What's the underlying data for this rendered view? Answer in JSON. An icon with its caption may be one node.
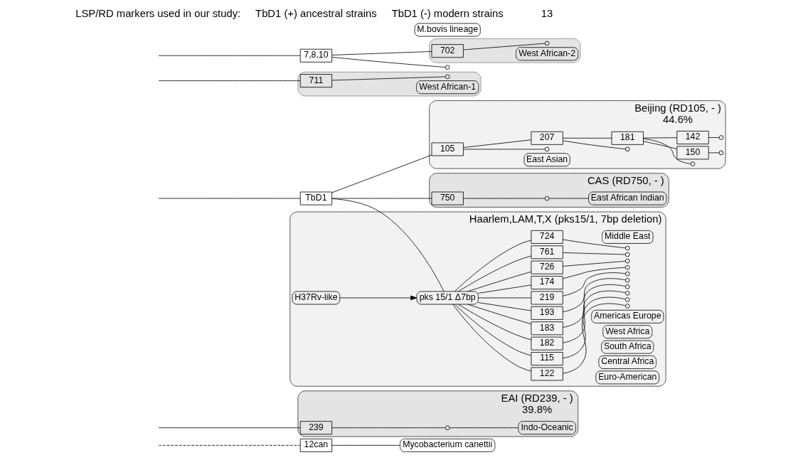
{
  "diagram": {
    "nodes": [
      {
        "text": [
          "12can"
        ]
      },
      {
        "text": [
          "Mycobacterium canettii"
        ]
      },
      {
        "text": [
          "EAI (RD239, - )"
        ],
        "beside": [
          "39.8%"
        ]
      },
      {
        "text": [
          "239"
        ],
        "in": 2
      },
      {
        "text": [],
        "shape": "circle",
        "in": 2
      },
      {
        "text": [
          "Indo-Oceanic"
        ],
        "in": 2
      },
      {
        "text": [
          "TbD1"
        ]
      },
      {
        "text": [
          "Beijing (RD105, - )"
        ],
        "beside": [
          "44.6%"
        ]
      },
      {
        "text": [
          "105"
        ],
        "in": 7
      },
      {
        "text": [],
        "shape": "circle",
        "in": 7
      },
      {
        "text": [
          "207"
        ],
        "in": 7
      },
      {
        "text": [],
        "shape": "circle",
        "in": 7
      },
      {
        "text": [
          "181"
        ],
        "in": 7
      },
      {
        "text": [],
        "shape": "circle",
        "in": 7
      },
      {
        "text": [
          "150"
        ],
        "in": 7
      },
      {
        "text": [],
        "shape": "circle",
        "in": 7
      },
      {
        "text": [
          "142"
        ],
        "in": 7
      },
      {
        "text": [],
        "shape": "circle",
        "in": 7
      },
      {
        "text": [
          "East Asian"
        ],
        "in": 7
      },
      {
        "text": [
          "CAS (RD750, - )"
        ]
      },
      {
        "text": [
          "750"
        ],
        "in": 19
      },
      {
        "text": [],
        "shape": "circle",
        "in": 19
      },
      {
        "text": [
          "East African Indian"
        ],
        "in": 19
      },
      {
        "text": [
          "Haarlem,LAM,T,X (pks15/1, 7bp deletion)"
        ]
      },
      {
        "text": [
          "122"
        ],
        "in": 23
      },
      {
        "text": [],
        "shape": "circle",
        "in": 23
      },
      {
        "text": [
          "Middle East"
        ],
        "in": 23
      },
      {
        "text": [
          "115"
        ],
        "in": 23
      },
      {
        "text": [],
        "shape": "circle",
        "in": 23
      },
      {
        "text": [
          "182"
        ],
        "in": 23
      },
      {
        "text": [],
        "shape": "circle",
        "in": 23
      },
      {
        "text": [
          "183"
        ],
        "in": 23
      },
      {
        "text": [],
        "shape": "circle",
        "in": 23
      },
      {
        "text": [
          "193"
        ],
        "in": 23
      },
      {
        "text": [],
        "shape": "circle",
        "in": 23
      },
      {
        "text": [
          "219"
        ],
        "in": 23
      },
      {
        "text": [],
        "shape": "circle",
        "in": 23
      },
      {
        "text": [
          "pks 15/1 Δ7bp"
        ],
        "in": 23
      },
      {
        "text": [
          "H37Rv-like"
        ],
        "in": 23
      },
      {
        "text": [
          "174"
        ],
        "in": 23
      },
      {
        "text": [],
        "shape": "circle",
        "in": 23
      },
      {
        "text": [
          "726"
        ],
        "in": 23
      },
      {
        "text": [],
        "shape": "circle",
        "in": 23
      },
      {
        "text": [
          "761"
        ],
        "in": 23
      },
      {
        "text": [],
        "shape": "circle",
        "in": 23
      },
      {
        "text": [
          "724"
        ],
        "in": 23
      },
      {
        "text": [],
        "shape": "circle",
        "in": 23
      },
      {
        "text": [
          "Americas Europe"
        ],
        "in": 23
      },
      {
        "text": [
          "West Africa"
        ],
        "in": 23
      },
      {
        "text": [
          "South Africa"
        ],
        "in": 23
      },
      {
        "text": [
          "Central Africa"
        ],
        "in": 23
      },
      {
        "text": [
          "Euro-American"
        ],
        "in": 23
      },
      {
        "text": [],
        "shape": "ellipse"
      },
      {
        "text": [
          "711"
        ],
        "in": 52
      },
      {
        "text": [],
        "shape": "circle",
        "in": 52
      },
      {
        "text": [
          "West African-1"
        ],
        "in": 52
      },
      {
        "text": [],
        "shape": "ellipse"
      },
      {
        "text": [
          "702"
        ],
        "in": 56
      },
      {
        "text": [],
        "shape": "circle",
        "in": 56
      },
      {
        "text": [
          "West African-2"
        ],
        "in": 56
      },
      {
        "text": [
          "7,8,10"
        ]
      },
      {
        "text": [],
        "shape": "circle"
      },
      {
        "text": [
          "M.bovis lineage"
        ]
      }
    ],
    "edges": [
      {
        "from": null,
        "to": 0,
        "arrow": "none",
        "style": "dashed"
      },
      {
        "from": 0,
        "to": 1,
        "arrow": "none"
      },
      {
        "from": null,
        "to": 3,
        "arrow": "none"
      },
      {
        "from": 3,
        "to": 4,
        "arrow": "none"
      },
      {
        "from": 4,
        "to": 5,
        "arrow": "none"
      },
      {
        "from": null,
        "to": 6,
        "arrow": "none"
      },
      {
        "from": 6,
        "to": 8,
        "arrow": "none"
      },
      {
        "from": 8,
        "to": 9,
        "arrow": "none"
      },
      {
        "from": 8,
        "to": 10,
        "arrow": "none"
      },
      {
        "from": 10,
        "to": 11,
        "arrow": "none"
      },
      {
        "from": 10,
        "to": 12,
        "arrow": "none"
      },
      {
        "from": 12,
        "to": 13,
        "arrow": "none"
      },
      {
        "from": 12,
        "to": 14,
        "arrow": "none"
      },
      {
        "from": 12,
        "to": 16,
        "arrow": "none"
      },
      {
        "from": 14,
        "to": 15,
        "arrow": "none"
      },
      {
        "from": 16,
        "to": 17,
        "arrow": "none"
      },
      {
        "from": 6,
        "to": 20,
        "arrow": "none"
      },
      {
        "from": 20,
        "to": 21,
        "arrow": "none"
      },
      {
        "from": 21,
        "to": 22,
        "arrow": "none"
      },
      {
        "from": 6,
        "to": 37,
        "arrow": "none"
      },
      {
        "from": 37,
        "to": 24,
        "arrow": "none"
      },
      {
        "from": 37,
        "to": 27,
        "arrow": "none"
      },
      {
        "from": 37,
        "to": 29,
        "arrow": "none"
      },
      {
        "from": 37,
        "to": 31,
        "arrow": "none"
      },
      {
        "from": 37,
        "to": 33,
        "arrow": "none"
      },
      {
        "from": 37,
        "to": 35,
        "arrow": "none"
      },
      {
        "from": 38,
        "to": 37,
        "arrow": "to"
      },
      {
        "from": 37,
        "to": 39,
        "arrow": "none"
      },
      {
        "from": 37,
        "to": 41,
        "arrow": "none"
      },
      {
        "from": 37,
        "to": 43,
        "arrow": "none"
      },
      {
        "from": 37,
        "to": 45,
        "arrow": "none"
      },
      {
        "from": 24,
        "to": 25,
        "arrow": "none"
      },
      {
        "from": 27,
        "to": 28,
        "arrow": "none"
      },
      {
        "from": 29,
        "to": 30,
        "arrow": "none"
      },
      {
        "from": 31,
        "to": 32,
        "arrow": "none"
      },
      {
        "from": 33,
        "to": 34,
        "arrow": "none"
      },
      {
        "from": 35,
        "to": 36,
        "arrow": "none"
      },
      {
        "from": 39,
        "to": 40,
        "arrow": "none"
      },
      {
        "from": 41,
        "to": 42,
        "arrow": "none"
      },
      {
        "from": 43,
        "to": 44,
        "arrow": "none"
      },
      {
        "from": 45,
        "to": 46,
        "arrow": "none"
      },
      {
        "from": null,
        "to": 53,
        "arrow": "none"
      },
      {
        "from": 53,
        "to": 54,
        "arrow": "none"
      },
      {
        "from": null,
        "to": 60,
        "arrow": "none"
      },
      {
        "from": 60,
        "to": 57,
        "arrow": "none"
      },
      {
        "from": 57,
        "to": 58,
        "arrow": "none"
      },
      {
        "from": 60,
        "to": 61,
        "arrow": "none"
      }
    ],
    "labels": [
      "LSP/RD markers used in our study:",
      "TbD1 (+) ancestral strains",
      "TbD1 (-) modern strains",
      "13"
    ]
  }
}
